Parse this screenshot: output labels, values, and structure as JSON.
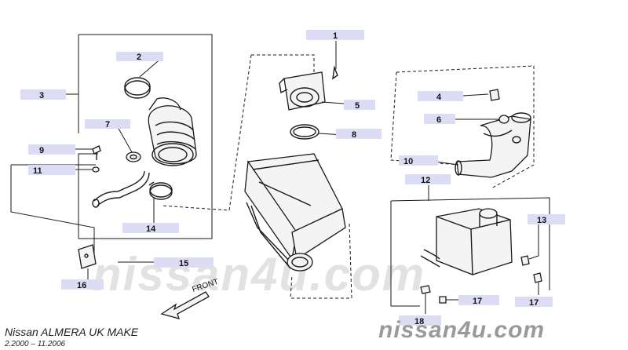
{
  "diagram": {
    "callouts": [
      {
        "id": "c1",
        "label": "1"
      },
      {
        "id": "c2",
        "label": "2"
      },
      {
        "id": "c3",
        "label": "3"
      },
      {
        "id": "c4",
        "label": "4"
      },
      {
        "id": "c5",
        "label": "5"
      },
      {
        "id": "c6",
        "label": "6"
      },
      {
        "id": "c7",
        "label": "7"
      },
      {
        "id": "c8",
        "label": "8"
      },
      {
        "id": "c9",
        "label": "9"
      },
      {
        "id": "c10",
        "label": "10"
      },
      {
        "id": "c11",
        "label": "11"
      },
      {
        "id": "c12",
        "label": "12"
      },
      {
        "id": "c13",
        "label": "13"
      },
      {
        "id": "c14",
        "label": "14"
      },
      {
        "id": "c15",
        "label": "15"
      },
      {
        "id": "c16",
        "label": "16"
      },
      {
        "id": "c17a",
        "label": "17"
      },
      {
        "id": "c17b",
        "label": "17"
      },
      {
        "id": "c18",
        "label": "18"
      }
    ],
    "front_label": "FRONT",
    "caption_model": "Nissan ALMERA UK MAKE",
    "caption_dates": "2.2000 – 11.2006",
    "watermark_center": "nissan4u.com",
    "watermark_corner": "nissan4u.com",
    "colors": {
      "callout_bg": "#dcdcf4",
      "line": "#1a1a1a",
      "watermark": "#e2e2e2",
      "watermark_corner": "#9a9a9a"
    }
  }
}
